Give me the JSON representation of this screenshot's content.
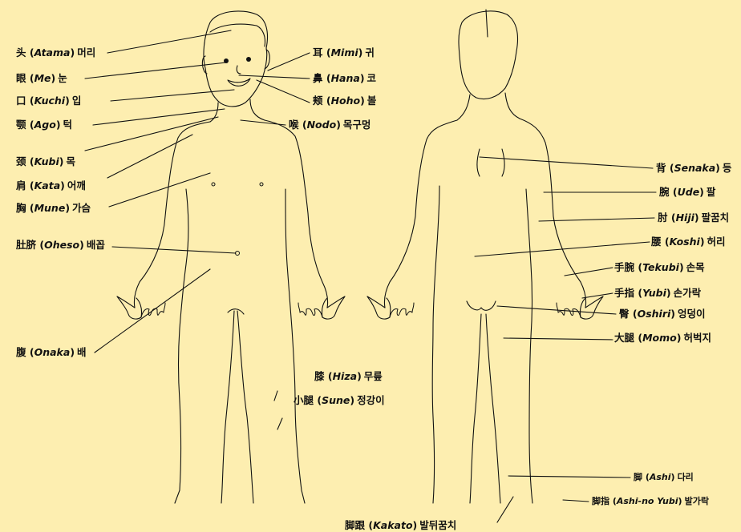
{
  "colors": {
    "background": "#fdeeb0",
    "ink": "#111111"
  },
  "front_labels": [
    {
      "id": "head",
      "kanji": "头",
      "romaji": "Atama",
      "korean": "머리"
    },
    {
      "id": "eye",
      "kanji": "眼",
      "romaji": "Me",
      "korean": "눈"
    },
    {
      "id": "mouth",
      "kanji": "口",
      "romaji": "Kuchi",
      "korean": "입"
    },
    {
      "id": "jaw",
      "kanji": "颚",
      "romaji": "Ago",
      "korean": "턱"
    },
    {
      "id": "neck",
      "kanji": "颈",
      "romaji": "Kubi",
      "korean": "목"
    },
    {
      "id": "shoulder",
      "kanji": "肩",
      "romaji": "Kata",
      "korean": "어깨"
    },
    {
      "id": "chest",
      "kanji": "胸",
      "romaji": "Mune",
      "korean": "가슴"
    },
    {
      "id": "navel",
      "kanji": "肚脐",
      "romaji": "Oheso",
      "korean": "배꼽"
    },
    {
      "id": "belly",
      "kanji": "腹",
      "romaji": "Onaka",
      "korean": "배"
    },
    {
      "id": "ear",
      "kanji": "耳",
      "romaji": "Mimi",
      "korean": "귀"
    },
    {
      "id": "nose",
      "kanji": "鼻",
      "romaji": "Hana",
      "korean": "코"
    },
    {
      "id": "cheek",
      "kanji": "颊",
      "romaji": "Hoho",
      "korean": "볼"
    },
    {
      "id": "throat",
      "kanji": "喉",
      "romaji": "Nodo",
      "korean": "목구멍"
    },
    {
      "id": "knee",
      "kanji": "膝",
      "romaji": "Hiza",
      "korean": "무릎"
    },
    {
      "id": "shin",
      "kanji": "小腿",
      "romaji": "Sune",
      "korean": "정강이"
    },
    {
      "id": "heel",
      "kanji": "脚跟",
      "romaji": "Kakato",
      "korean": "발뒤꿈치"
    }
  ],
  "back_labels": [
    {
      "id": "back",
      "kanji": "背",
      "romaji": "Senaka",
      "korean": "등"
    },
    {
      "id": "arm",
      "kanji": "腕",
      "romaji": "Ude",
      "korean": "팔"
    },
    {
      "id": "elbow",
      "kanji": "肘",
      "romaji": "Hiji",
      "korean": "팔꿈치"
    },
    {
      "id": "waist",
      "kanji": "腰",
      "romaji": "Koshi",
      "korean": "허리"
    },
    {
      "id": "wrist",
      "kanji": "手腕",
      "romaji": "Tekubi",
      "korean": "손목"
    },
    {
      "id": "finger",
      "kanji": "手指",
      "romaji": "Yubi",
      "korean": "손가락"
    },
    {
      "id": "buttock",
      "kanji": "臀",
      "romaji": "Oshiri",
      "korean": "엉덩이"
    },
    {
      "id": "thigh",
      "kanji": "大腿",
      "romaji": "Momo",
      "korean": "허벅지"
    },
    {
      "id": "foot",
      "kanji": "脚",
      "romaji": "Ashi",
      "korean": "다리"
    },
    {
      "id": "toe",
      "kanji": "脚指",
      "romaji": "Ashi-no Yubi",
      "korean": "발가락"
    }
  ]
}
